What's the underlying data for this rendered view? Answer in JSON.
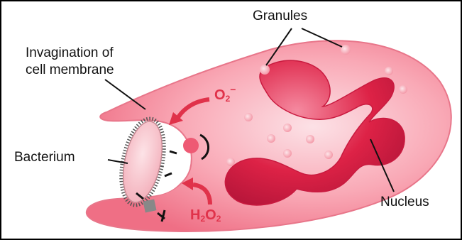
{
  "labels": {
    "granules": "Granules",
    "invagination_line1": "Invagination of",
    "invagination_line2": "cell membrane",
    "bacterium": "Bacterium",
    "nucleus": "Nucleus"
  },
  "chemicals": {
    "superoxide": {
      "base": "O",
      "sub": "2",
      "sup": "−"
    },
    "peroxide": {
      "h": "H",
      "h_sub": "2",
      "o": "O",
      "o_sub": "2"
    }
  },
  "colors": {
    "cytoplasm": "#f47c8e",
    "cytoplasm_light": "#fbd0d7",
    "nucleus": "#dd2246",
    "arrow": "#e0324a",
    "bacterium_fill": "#f9c9cf"
  }
}
